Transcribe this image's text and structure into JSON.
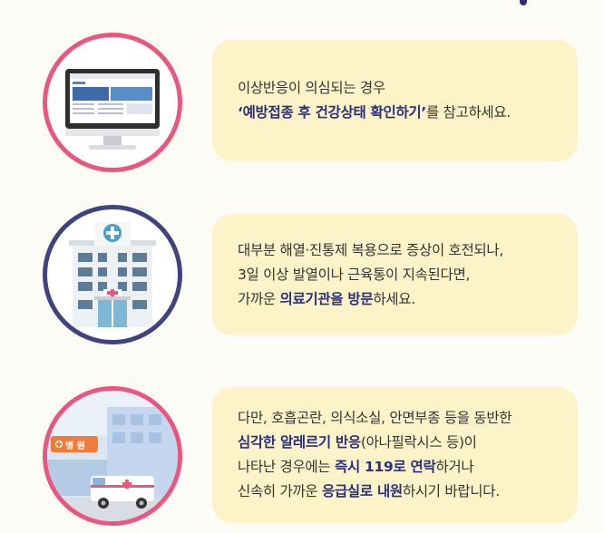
{
  "items": [
    {
      "icon": "monitor-icon",
      "border_color": "#e9577f",
      "lines": [
        [
          {
            "t": "이상반응이 의심되는 경우",
            "b": false
          }
        ],
        [
          {
            "t": "‘예방접종 후 건강상태 확인하기’",
            "b": true
          },
          {
            "t": "를 참고하세요.",
            "b": false
          }
        ]
      ]
    },
    {
      "icon": "hospital-building-icon",
      "border_color": "#414280",
      "lines": [
        [
          {
            "t": "대부분 해열·진통제 복용으로 증상이 호전되나,",
            "b": false
          }
        ],
        [
          {
            "t": "3일 이상 발열이나 근육통이 지속된다면,",
            "b": false
          }
        ],
        [
          {
            "t": "가까운 ",
            "b": false
          },
          {
            "t": "의료기관을 방문",
            "b": true
          },
          {
            "t": "하세요.",
            "b": false
          }
        ]
      ]
    },
    {
      "icon": "ambulance-hospital-icon",
      "border_color": "#e9577f",
      "sign": "병 원",
      "lines": [
        [
          {
            "t": "다만, 호흡곤란, 의식소실, 안면부종 등을 동반한",
            "b": false
          }
        ],
        [
          {
            "t": "심각한 알레르기 반응",
            "b": true
          },
          {
            "t": "(아나필락시스 등)이",
            "b": false
          }
        ],
        [
          {
            "t": "나타난 경우에는 ",
            "b": false
          },
          {
            "t": "즉시 119로 연락",
            "b": true
          },
          {
            "t": "하거나",
            "b": false
          }
        ],
        [
          {
            "t": "신속히 가까운 ",
            "b": false
          },
          {
            "t": "응급실로 내원",
            "b": true
          },
          {
            "t": "하시기 바랍니다.",
            "b": false
          }
        ]
      ]
    }
  ]
}
